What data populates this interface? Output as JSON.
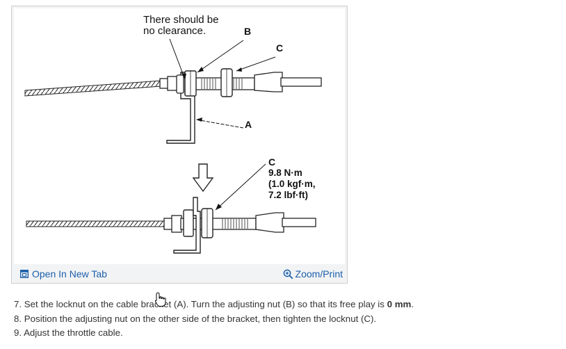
{
  "figure": {
    "callout_top": "There should be",
    "callout_bottom": "no clearance.",
    "label_A": "A",
    "label_B": "B",
    "label_C_top": "C",
    "label_C_bottom": "C",
    "torque_line1": "9.8 N·m",
    "torque_line2": "(1.0 kgf·m,",
    "torque_line3": "7.2 lbf·ft)"
  },
  "footer": {
    "open_tab_label": "Open In New Tab",
    "open_tab_icon": "open-new-tab-icon",
    "zoom_label": "Zoom/Print",
    "zoom_icon": "zoom-in-icon",
    "link_color": "#1b5fa8"
  },
  "steps": [
    {
      "number": "7.",
      "text_before": "Set the locknut on the cable bracket (A). Turn the adjusting nut (B) so that its free play is ",
      "emphasis": "0 mm",
      "text_after": "."
    },
    {
      "number": "8.",
      "text_before": "Position the adjusting nut on the other side of the bracket, then tighten the locknut (C).",
      "emphasis": "",
      "text_after": ""
    },
    {
      "number": "9.",
      "text_before": "Adjust the throttle cable.",
      "emphasis": "",
      "text_after": ""
    }
  ]
}
